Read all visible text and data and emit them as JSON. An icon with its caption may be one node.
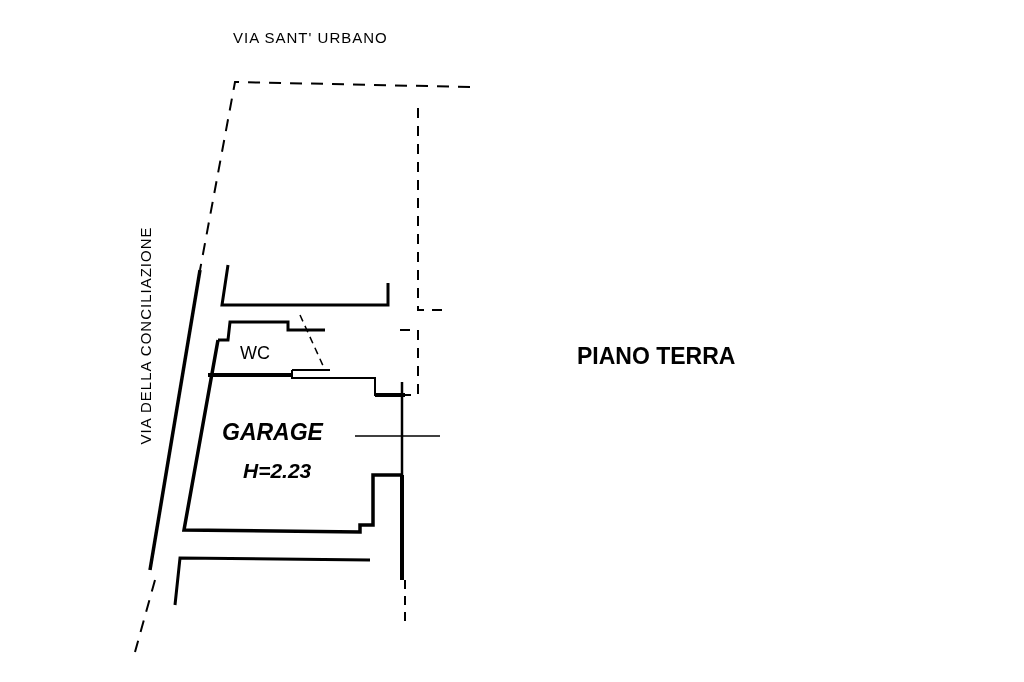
{
  "diagram": {
    "title": "PIANO TERRA",
    "labels": [
      "VIA SANT' URBANO",
      "VIA DELLA CONCILIAZIONE",
      "WC",
      "GARAGE",
      "H=2.23"
    ]
  }
}
